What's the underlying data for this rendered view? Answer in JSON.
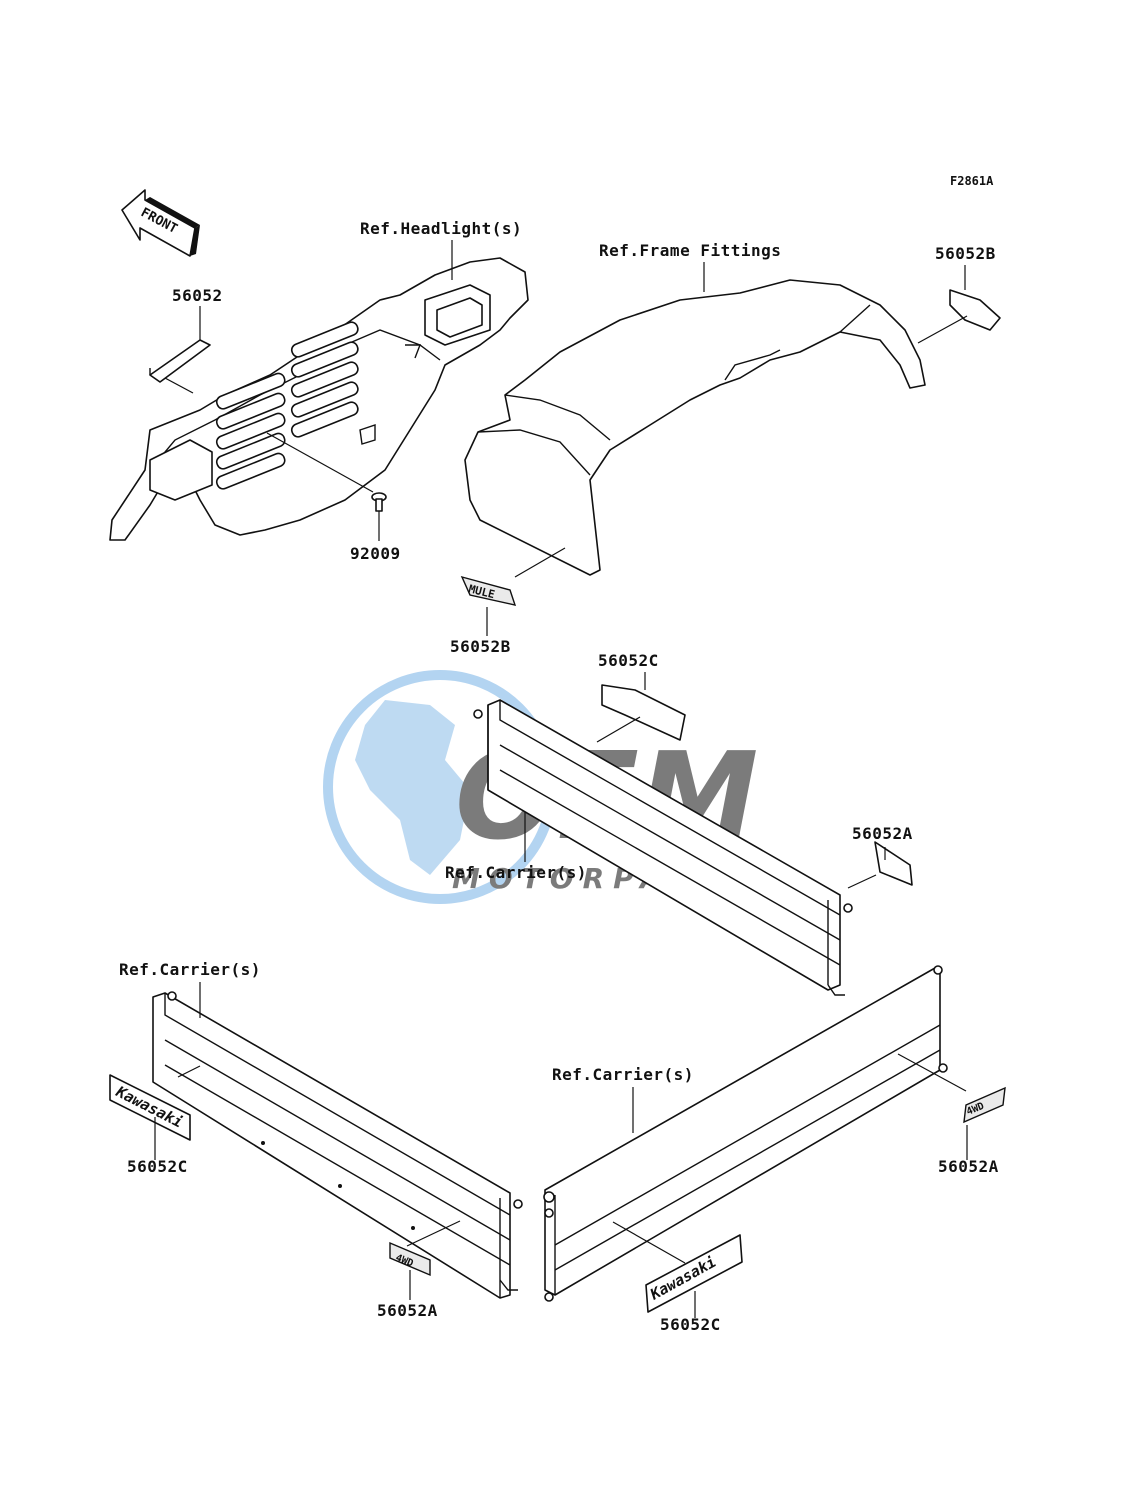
{
  "figure_code": "F2861A",
  "front_arrow_text": "FRONT",
  "watermark": {
    "brand": "OEM",
    "sub": "MOTORPARTS",
    "color_blue": "#3a8fd9",
    "color_gray": "#9a9a9a"
  },
  "decal_text": {
    "kawasaki": "Kawasaki",
    "mule": "MULE",
    "four_wd": "4WD"
  },
  "labels": {
    "ref_headlight": "Ref.Headlight(s)",
    "ref_frame_fittings": "Ref.Frame Fittings",
    "ref_carrier_upper": "Ref.Carrier(s)",
    "ref_carrier_left": "Ref.Carrier(s)",
    "ref_carrier_right": "Ref.Carrier(s)",
    "p_56052": "56052",
    "p_92009": "92009",
    "p_56052b_top": "56052B",
    "p_56052b_mid": "56052B",
    "p_56052c_upper": "56052C",
    "p_56052a_upper": "56052A",
    "p_56052c_left": "56052C",
    "p_56052a_bottom": "56052A",
    "p_56052a_right": "56052A",
    "p_56052c_bottom": "56052C"
  }
}
